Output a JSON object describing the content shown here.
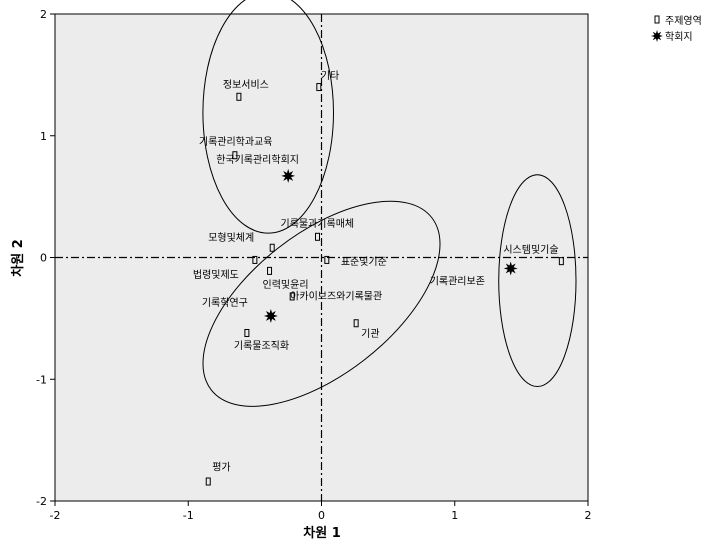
{
  "chart_data": {
    "type": "scatter",
    "xlabel": "차원 1",
    "ylabel": "차원 2",
    "xlim": [
      -2,
      2
    ],
    "ylim": [
      -2,
      2
    ],
    "xticks": [
      "-2",
      "-1",
      "0",
      "1",
      "2"
    ],
    "yticks": [
      "-2",
      "-1",
      "0",
      "1",
      "2"
    ],
    "grid": false,
    "background": "#ececec",
    "legend_position": "top-right",
    "series": [
      {
        "name": "주제영역",
        "marker": "square",
        "points": [
          {
            "label": "기타",
            "x": -0.02,
            "y": 1.4
          },
          {
            "label": "정보서비스",
            "x": -0.62,
            "y": 1.32
          },
          {
            "label": "기록관리학과교육",
            "x": -0.65,
            "y": 0.84
          },
          {
            "label": "기록물과기록매체",
            "x": -0.03,
            "y": 0.17
          },
          {
            "label": "모형및체계",
            "x": -0.37,
            "y": 0.08
          },
          {
            "label": "표준및기준",
            "x": 0.04,
            "y": -0.02
          },
          {
            "label": "법령및제도",
            "x": -0.5,
            "y": -0.02
          },
          {
            "label": "인력및윤리",
            "x": -0.39,
            "y": -0.11
          },
          {
            "label": "아카이브즈와기록물관",
            "x": -0.22,
            "y": -0.32
          },
          {
            "label": "기관",
            "x": 0.26,
            "y": -0.54
          },
          {
            "label": "기록물조직화",
            "x": -0.56,
            "y": -0.62
          },
          {
            "label": "시스템및기술",
            "x": 1.8,
            "y": -0.03
          },
          {
            "label": "평가",
            "x": -0.85,
            "y": -1.84
          }
        ]
      },
      {
        "name": "학회지",
        "marker": "star",
        "points": [
          {
            "label": "한국기록관리학회지",
            "x": -0.25,
            "y": 0.67
          },
          {
            "label": "기록학연구",
            "x": -0.38,
            "y": -0.48
          },
          {
            "label": "기록관리보존",
            "x": 1.42,
            "y": -0.09
          }
        ]
      }
    ],
    "ellipses": [
      {
        "cx": -0.4,
        "cy": 1.19,
        "rx": 0.49,
        "ry": 0.99,
        "angle": 0
      },
      {
        "cx": 0.0,
        "cy": -0.38,
        "rx": 1.05,
        "ry": 0.58,
        "angle": 38
      },
      {
        "cx": 1.62,
        "cy": -0.19,
        "rx": 0.29,
        "ry": 0.87,
        "angle": 0
      }
    ],
    "reference_lines": {
      "x": 0,
      "y": 0,
      "style": "dash-dot"
    }
  }
}
